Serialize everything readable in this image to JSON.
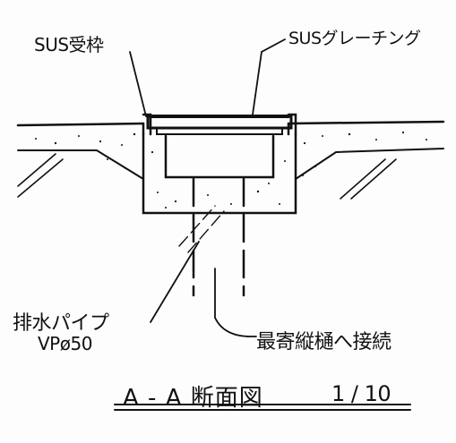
{
  "labels": {
    "frame": "SUS受枠",
    "grating": "SUSグレーチング",
    "pipe_line1": "排水パイプ",
    "pipe_line2": "VPø50",
    "connect": "最寄縦樋へ接続"
  },
  "title": {
    "section": "A - A 断面図",
    "scale": "1 / 10"
  },
  "colors": {
    "ink": "#111111",
    "paper": "#fdfdfd"
  }
}
